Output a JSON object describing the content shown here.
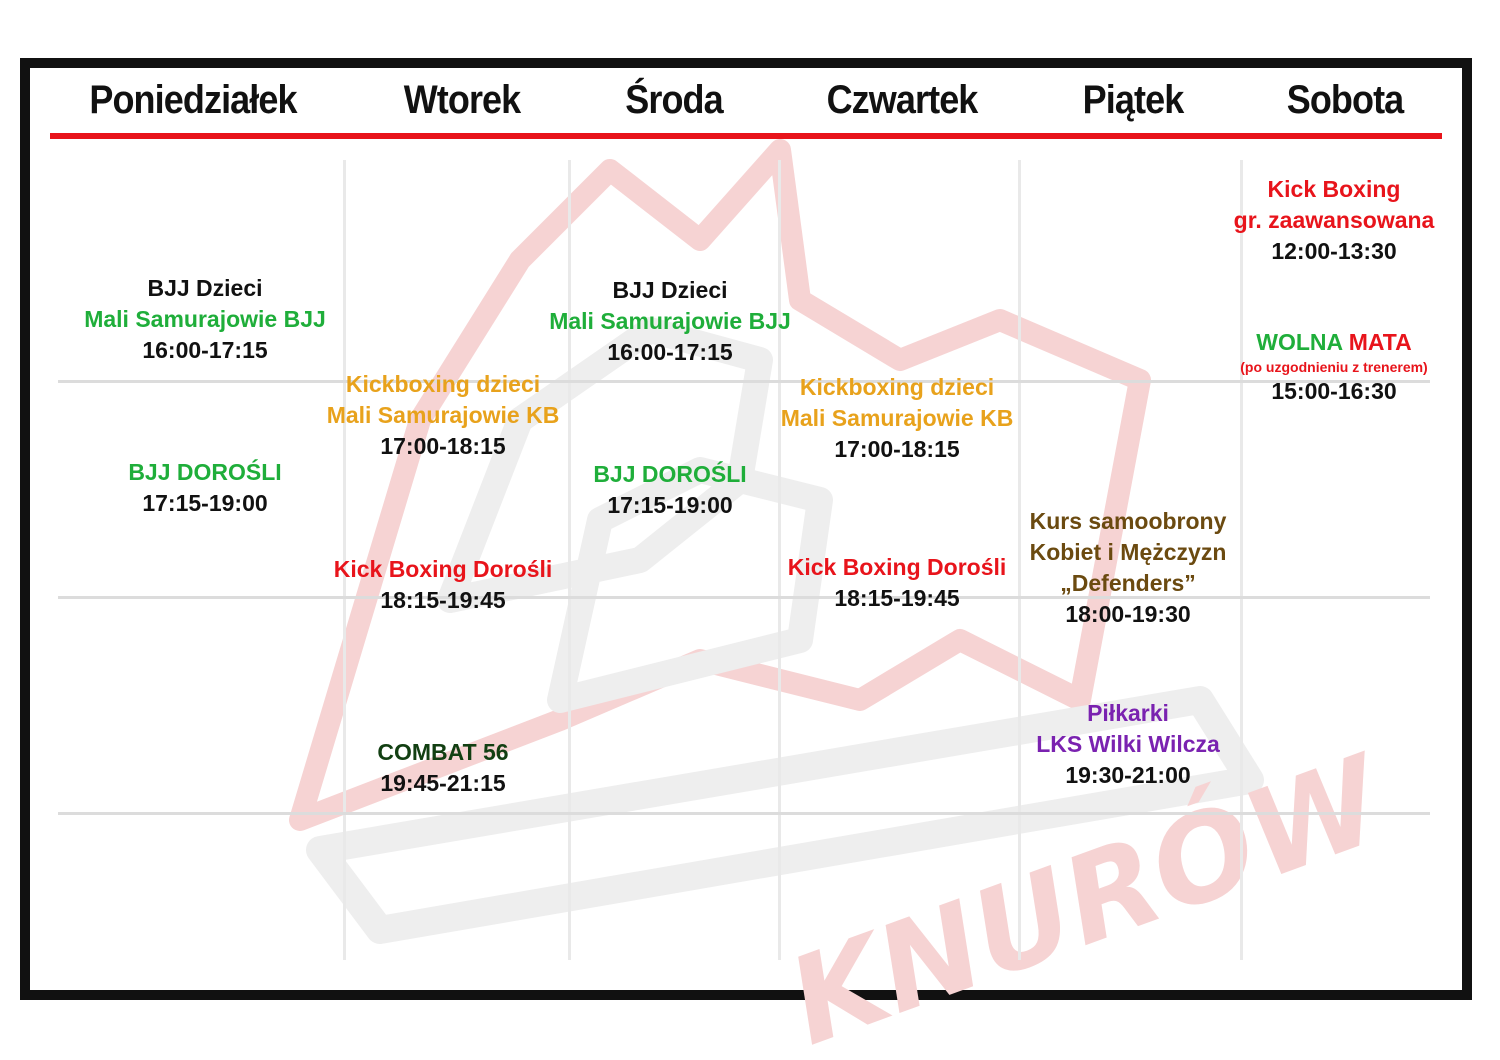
{
  "colors": {
    "black": "#111111",
    "green": "#1fae3a",
    "orange": "#e8a21c",
    "red": "#e8141b",
    "brown": "#6b4a10",
    "darkgreen": "#123f12",
    "purple": "#7a22b0",
    "watermark_red": "#f6d3d3",
    "watermark_gray": "#eeeeee"
  },
  "watermark": {
    "text": "KNURÓW"
  },
  "days": [
    "Poniedziałek",
    "Wtorek",
    "Środa",
    "Czwartek",
    "Piątek",
    "Sobota"
  ],
  "classes": [
    {
      "day": "Poniedziałek",
      "lines": [
        {
          "text": "BJJ Dzieci",
          "color": "black"
        },
        {
          "text": "Mali Samurajowie BJJ",
          "color": "green"
        },
        {
          "text": "16:00-17:15",
          "color": "black"
        }
      ]
    },
    {
      "day": "Poniedziałek",
      "lines": [
        {
          "text": "BJJ DOROŚLI",
          "color": "green"
        },
        {
          "text": "17:15-19:00",
          "color": "black"
        }
      ]
    },
    {
      "day": "Wtorek",
      "lines": [
        {
          "text": "Kickboxing dzieci",
          "color": "orange"
        },
        {
          "text": "Mali Samurajowie KB",
          "color": "orange"
        },
        {
          "text": "17:00-18:15",
          "color": "black"
        }
      ]
    },
    {
      "day": "Wtorek",
      "lines": [
        {
          "text": "Kick Boxing Dorośli",
          "color": "red"
        },
        {
          "text": "18:15-19:45",
          "color": "black"
        }
      ]
    },
    {
      "day": "Wtorek",
      "lines": [
        {
          "text": "COMBAT 56",
          "color": "darkgreen"
        },
        {
          "text": "19:45-21:15",
          "color": "black"
        }
      ]
    },
    {
      "day": "Środa",
      "lines": [
        {
          "text": "BJJ Dzieci",
          "color": "black"
        },
        {
          "text": "Mali Samurajowie BJJ",
          "color": "green"
        },
        {
          "text": "16:00-17:15",
          "color": "black"
        }
      ]
    },
    {
      "day": "Środa",
      "lines": [
        {
          "text": "BJJ DOROŚLI",
          "color": "green"
        },
        {
          "text": "17:15-19:00",
          "color": "black"
        }
      ]
    },
    {
      "day": "Czwartek",
      "lines": [
        {
          "text": "Kickboxing dzieci",
          "color": "orange"
        },
        {
          "text": "Mali Samurajowie KB",
          "color": "orange"
        },
        {
          "text": "17:00-18:15",
          "color": "black"
        }
      ]
    },
    {
      "day": "Czwartek",
      "lines": [
        {
          "text": "Kick Boxing Dorośli",
          "color": "red"
        },
        {
          "text": "18:15-19:45",
          "color": "black"
        }
      ]
    },
    {
      "day": "Piątek",
      "lines": [
        {
          "text": "Kurs samoobrony",
          "color": "brown"
        },
        {
          "text": "Kobiet i Mężczyzn",
          "color": "brown"
        },
        {
          "text": "„Defenders”",
          "color": "brown"
        },
        {
          "text": "18:00-19:30",
          "color": "black"
        }
      ]
    },
    {
      "day": "Piątek",
      "lines": [
        {
          "text": "Piłkarki",
          "color": "purple"
        },
        {
          "text": "LKS Wilki Wilcza",
          "color": "purple"
        },
        {
          "text": "19:30-21:00",
          "color": "black"
        }
      ]
    },
    {
      "day": "Sobota",
      "lines": [
        {
          "text": "Kick Boxing",
          "color": "red"
        },
        {
          "text": "gr. zaawansowana",
          "color": "red"
        },
        {
          "text": "12:00-13:30",
          "color": "black"
        }
      ]
    },
    {
      "day": "Sobota",
      "lines": [
        {
          "parts": [
            {
              "text": "WOLNA ",
              "color": "green"
            },
            {
              "text": "MATA",
              "color": "red"
            }
          ]
        },
        {
          "text": "(po uzgodnieniu z trenerem)",
          "color": "red",
          "small": true
        },
        {
          "text": "15:00-16:30",
          "color": "black"
        }
      ]
    }
  ]
}
